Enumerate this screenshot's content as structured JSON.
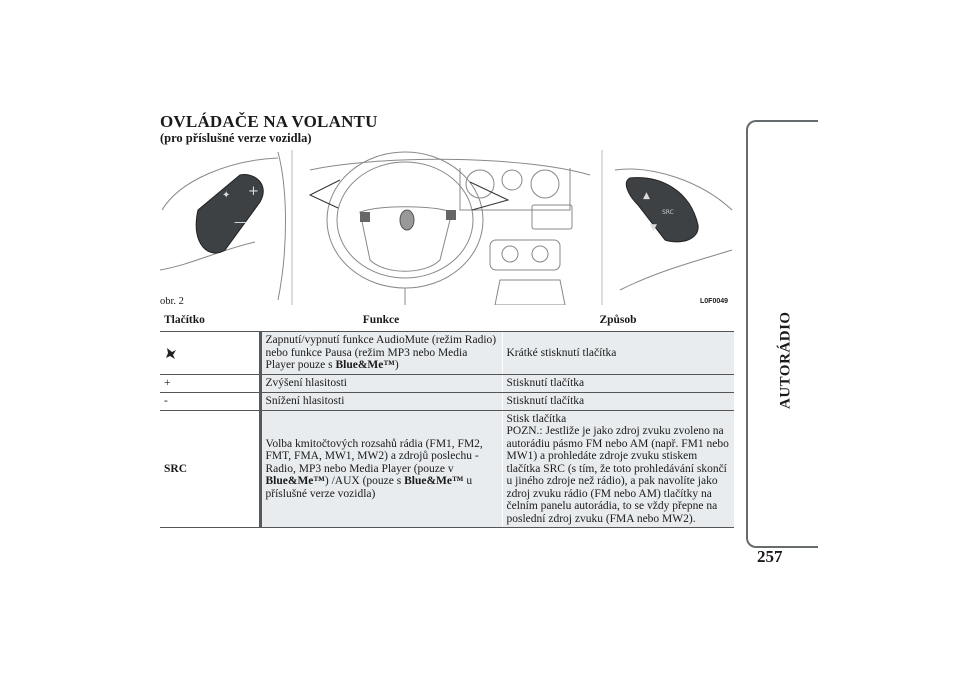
{
  "page": {
    "title": "OVLÁDAČE NA VOLANTU",
    "subtitle": "(pro příslušné verze vozidla)",
    "figure_number": "obr. 2",
    "figure_code": "L0F0049",
    "sidebar_label": "AUTORÁDIO",
    "page_number": "257"
  },
  "figure": {
    "right_control_label": "SRC"
  },
  "table": {
    "headers": [
      "Tlačítko",
      "Funkce",
      "Způsob"
    ],
    "rows": [
      {
        "button_icon": "mute-icon",
        "func_a": "Zapnutí/vypnutí funkce AudioMute (režim Radio) nebo funkce Pausa (režim MP3 nebo Media Player pouze s ",
        "func_b": "Blue&Me™",
        "func_c": ")",
        "method": "Krátké stisknutí tlačítka"
      },
      {
        "button": "+",
        "func": "Zvýšení hlasitosti",
        "method": "Stisknutí tlačítka"
      },
      {
        "button": "-",
        "func": "Snížení hlasitosti",
        "method": "Stisknutí tlačítka"
      },
      {
        "button": "SRC",
        "func_a": "Volba kmitočtových rozsahů rádia (FM1, FM2, FMT, FMA, MW1, MW2) a zdrojů poslechu - Radio, MP3 nebo Media Player (pouze v ",
        "func_b": "Blue&Me™",
        "func_c": ") /AUX (pouze s ",
        "func_d": "Blue&Me™",
        "func_e": " u příslušné verze vozidla)",
        "method_a": "Stisk tlačítka",
        "method_b": "POZN.: Jestliže je jako zdroj zvuku zvoleno na autorádiu pásmo FM nebo AM (např. FM1 nebo MW1) a prohledáte zdroje zvuku stiskem tlačítka SRC (s tím, že toto prohledávání skončí u jiného zdroje než rádio), a pak navolíte jako zdroj zvuku rádio (FM nebo AM) tlačítky na čelním panelu autorádia, to se vždy přepne na poslední zdroj zvuku (FMA nebo MW2)."
      }
    ]
  }
}
